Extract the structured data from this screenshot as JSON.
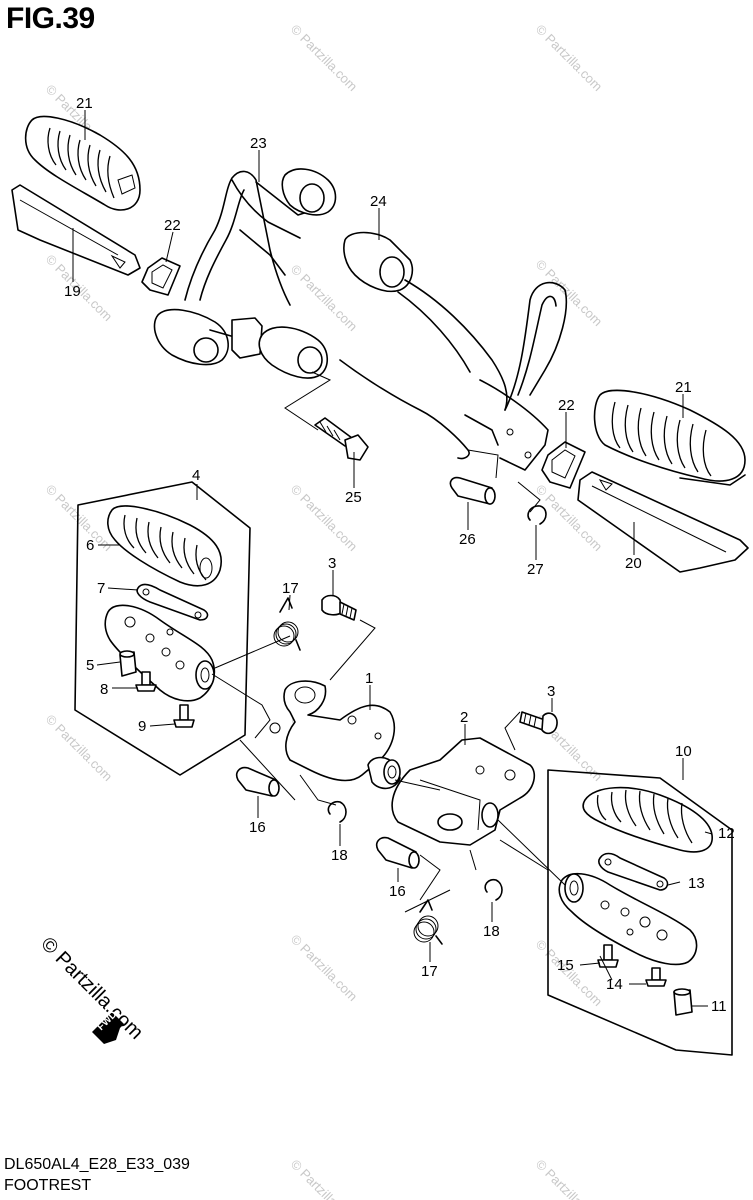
{
  "figure": {
    "title": "FIG.39",
    "code": "DL650AL4_E28_E33_039",
    "section": "FOOTREST"
  },
  "watermark": {
    "text": "© Partzilla.com",
    "big_text": "© Partzilla.com",
    "fwd": "FWD"
  },
  "callouts": [
    {
      "id": "c21a",
      "label": "21"
    },
    {
      "id": "c23",
      "label": "23"
    },
    {
      "id": "c22a",
      "label": "22"
    },
    {
      "id": "c19",
      "label": "19"
    },
    {
      "id": "c24",
      "label": "24"
    },
    {
      "id": "c21b",
      "label": "21"
    },
    {
      "id": "c22b",
      "label": "22"
    },
    {
      "id": "c25",
      "label": "25"
    },
    {
      "id": "c26",
      "label": "26"
    },
    {
      "id": "c27",
      "label": "27"
    },
    {
      "id": "c20",
      "label": "20"
    },
    {
      "id": "c4",
      "label": "4"
    },
    {
      "id": "c6",
      "label": "6"
    },
    {
      "id": "c7",
      "label": "7"
    },
    {
      "id": "c5",
      "label": "5"
    },
    {
      "id": "c8",
      "label": "8"
    },
    {
      "id": "c9",
      "label": "9"
    },
    {
      "id": "c17a",
      "label": "17"
    },
    {
      "id": "c3a",
      "label": "3"
    },
    {
      "id": "c1",
      "label": "1"
    },
    {
      "id": "c3b",
      "label": "3"
    },
    {
      "id": "c2",
      "label": "2"
    },
    {
      "id": "c10",
      "label": "10"
    },
    {
      "id": "c16a",
      "label": "16"
    },
    {
      "id": "c18a",
      "label": "18"
    },
    {
      "id": "c12",
      "label": "12"
    },
    {
      "id": "c13",
      "label": "13"
    },
    {
      "id": "c16b",
      "label": "16"
    },
    {
      "id": "c18b",
      "label": "18"
    },
    {
      "id": "c17b",
      "label": "17"
    },
    {
      "id": "c15",
      "label": "15"
    },
    {
      "id": "c14",
      "label": "14"
    },
    {
      "id": "c11",
      "label": "11"
    }
  ]
}
